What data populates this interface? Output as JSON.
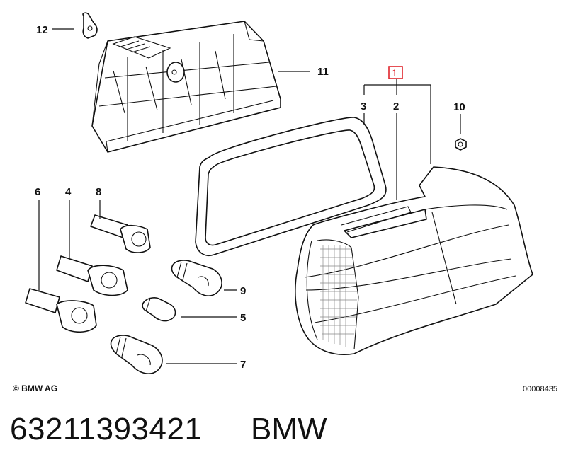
{
  "callouts": {
    "c1": "1",
    "c2": "2",
    "c3": "3",
    "c4": "4",
    "c5": "5",
    "c6": "6",
    "c7": "7",
    "c8": "8",
    "c9": "9",
    "c10": "10",
    "c11": "11",
    "c12": "12"
  },
  "highlight_color": "#e0242b",
  "footer": {
    "copyright": "© BMW AG",
    "drawing_ref": "00008435"
  },
  "caption": {
    "part_number": "63211393421",
    "brand": "BMW"
  }
}
